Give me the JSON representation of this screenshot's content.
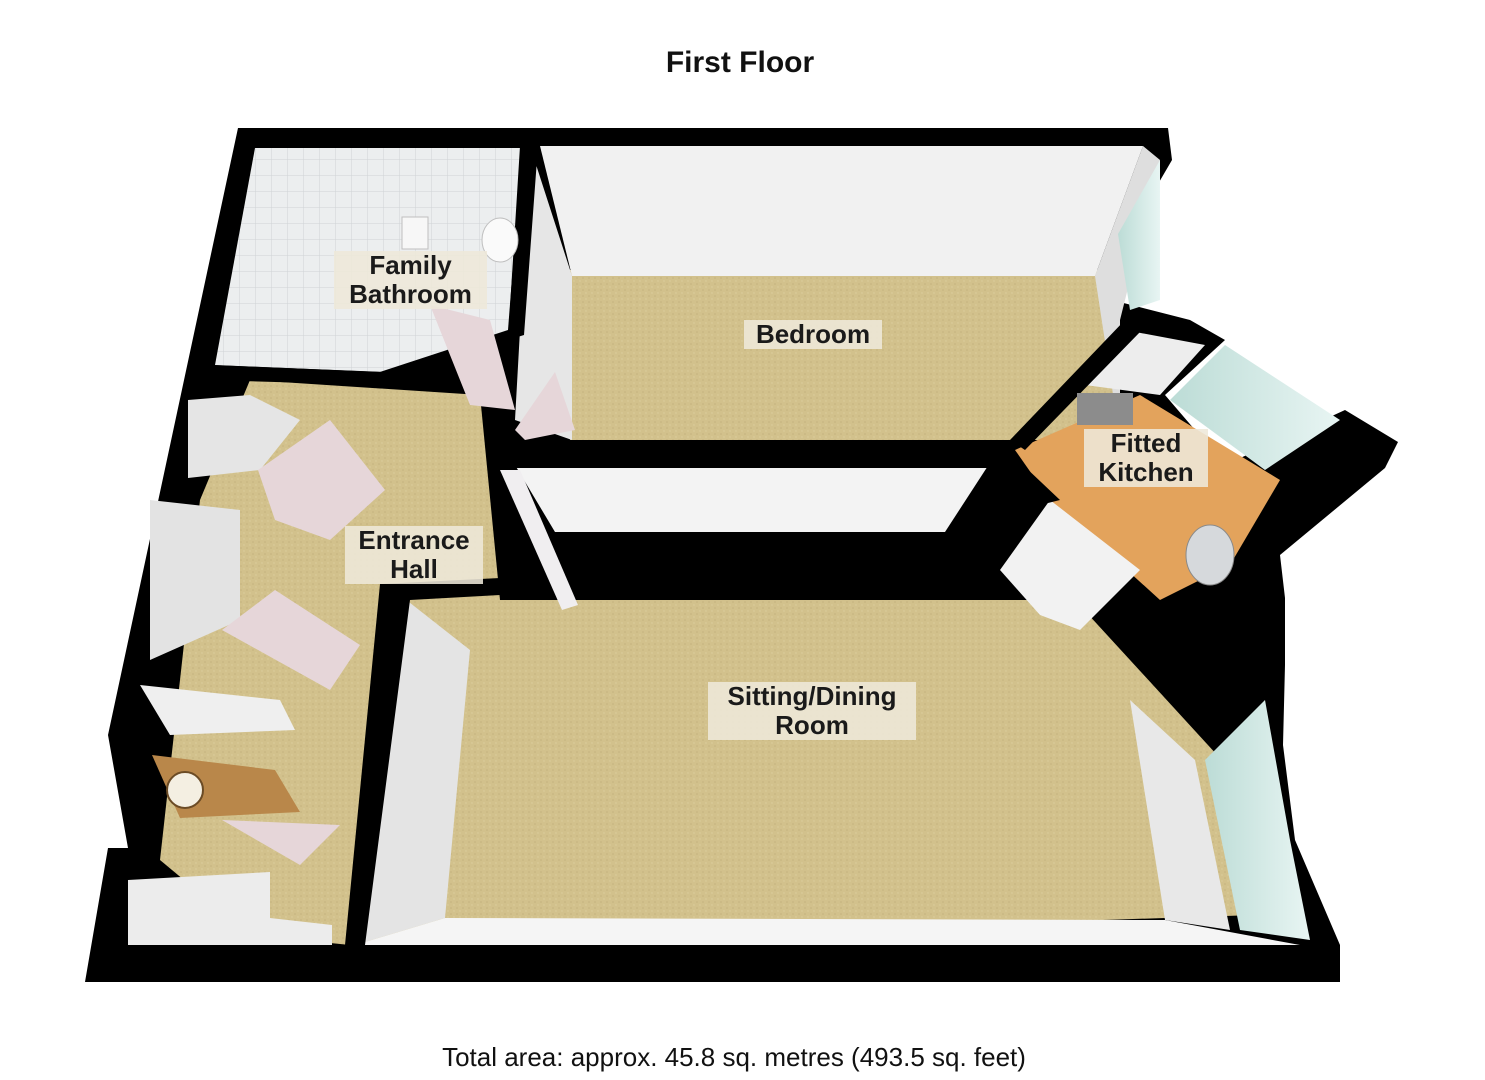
{
  "floor": {
    "title": "First Floor"
  },
  "rooms": [
    {
      "key": "family-bathroom",
      "label": "Family\nBathroom"
    },
    {
      "key": "bedroom",
      "label": "Bedroom"
    },
    {
      "key": "fitted-kitchen",
      "label": "Fitted\nKitchen"
    },
    {
      "key": "entrance-hall",
      "label": "Entrance\nHall"
    },
    {
      "key": "sitting-dining-room",
      "label": "Sitting/Dining\nRoom"
    }
  ],
  "footer": {
    "total_area": "Total area: approx. 45.8 sq. metres (493.5 sq. feet)"
  },
  "colors": {
    "wall": "#000000",
    "carpet": "#d2c18c",
    "kitchen_floor": "#e3a35c",
    "inner_wall": "#ececec",
    "window": "#cfe8e4",
    "tile": "#e9eced",
    "door": "#e6d6d9",
    "front_door": "#b9874a"
  }
}
